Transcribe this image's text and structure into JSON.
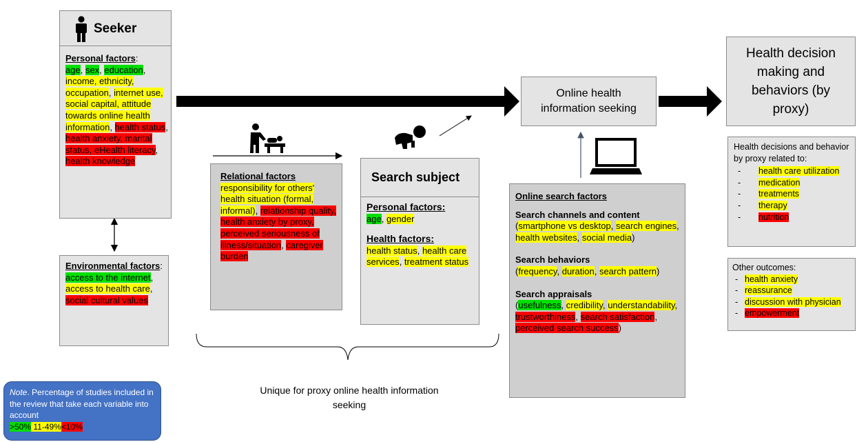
{
  "seeker": {
    "title": "Seeker",
    "personal_header": "Personal factors",
    "factors": [
      {
        "t": "age",
        "c": "g"
      },
      {
        "t": ", "
      },
      {
        "t": "sex",
        "c": "g"
      },
      {
        "t": ", "
      },
      {
        "t": "education",
        "c": "g"
      },
      {
        "t": ", "
      },
      {
        "t": "income, ethnicity, occupation",
        "c": "y"
      },
      {
        "t": ", "
      },
      {
        "t": "internet use, social capital, attitude towards online health information",
        "c": "y"
      },
      {
        "t": ", "
      },
      {
        "t": "health status",
        "c": "r"
      },
      {
        "t": ", "
      },
      {
        "t": "health anxiety, marital status, eHealth literacy",
        "c": "r"
      },
      {
        "t": ", "
      },
      {
        "t": "health knowledge",
        "c": "r"
      }
    ]
  },
  "environmental": {
    "header": "Environmental factors",
    "factors": [
      {
        "t": "access to the internet",
        "c": "g"
      },
      {
        "t": ", "
      },
      {
        "t": "access to health care",
        "c": "y"
      },
      {
        "t": ", "
      },
      {
        "t": "social cultural values",
        "c": "r"
      }
    ]
  },
  "relational": {
    "header": "Relational factors",
    "factors": [
      {
        "t": "responsibility for others' health situation (formal, informal)",
        "c": "y"
      },
      {
        "t": ", "
      },
      {
        "t": "relationship quality, health anxiety by proxy, perceived seriousness of illness/situation",
        "c": "r"
      },
      {
        "t": ", "
      },
      {
        "t": "caregiver burden",
        "c": "r"
      }
    ]
  },
  "search_subject": {
    "title": "Search subject",
    "personal_header": "Personal factors:",
    "personal": [
      {
        "t": "age",
        "c": "g"
      },
      {
        "t": ", "
      },
      {
        "t": "gender",
        "c": "y"
      }
    ],
    "health_header": "Health factors:",
    "health": [
      {
        "t": "health status",
        "c": "y"
      },
      {
        "t": ", "
      },
      {
        "t": "health care services",
        "c": "y"
      },
      {
        "t": ", "
      },
      {
        "t": "treatment status",
        "c": "y"
      }
    ]
  },
  "ohis": {
    "label": "Online health information seeking"
  },
  "online_search": {
    "header": "Online search factors",
    "channels_header": "Search channels and content",
    "channels": [
      {
        "t": "("
      },
      {
        "t": "smartphone vs desktop",
        "c": "y"
      },
      {
        "t": ", "
      },
      {
        "t": "search engines",
        "c": "y"
      },
      {
        "t": ", "
      },
      {
        "t": "health websites",
        "c": "y"
      },
      {
        "t": ", "
      },
      {
        "t": "social media",
        "c": "y"
      },
      {
        "t": ")"
      }
    ],
    "behaviors_header": "Search behaviors",
    "behaviors": [
      {
        "t": "("
      },
      {
        "t": "frequency",
        "c": "y"
      },
      {
        "t": ", "
      },
      {
        "t": "duration",
        "c": "y"
      },
      {
        "t": ", "
      },
      {
        "t": "search pattern",
        "c": "y"
      },
      {
        "t": ")"
      }
    ],
    "appraisals_header": "Search appraisals",
    "appraisals": [
      {
        "t": "("
      },
      {
        "t": "usefulness",
        "c": "g"
      },
      {
        "t": ", "
      },
      {
        "t": "credibility",
        "c": "y"
      },
      {
        "t": ", "
      },
      {
        "t": "understandability",
        "c": "y"
      },
      {
        "t": ", "
      },
      {
        "t": "trustworthiness",
        "c": "r"
      },
      {
        "t": ", "
      },
      {
        "t": "search satisfaction",
        "c": "r"
      },
      {
        "t": ", "
      },
      {
        "t": "perceived search success",
        "c": "r"
      },
      {
        "t": ")"
      }
    ]
  },
  "decision": {
    "label": "Health decision making and behaviors (by proxy)"
  },
  "decisions_related": {
    "header": "Health decisions and behavior by proxy related to:",
    "items": [
      {
        "t": "health care utilization",
        "c": "y"
      },
      {
        "t": "medication",
        "c": "y"
      },
      {
        "t": "treatments",
        "c": "y"
      },
      {
        "t": "therapy",
        "c": "y"
      },
      {
        "t": "nutrition",
        "c": "r"
      }
    ]
  },
  "other_outcomes": {
    "header": "Other outcomes:",
    "items": [
      {
        "t": "health anxiety",
        "c": "y"
      },
      {
        "t": "reassurance",
        "c": "y"
      },
      {
        "t": "discussion with physician",
        "c": "y"
      },
      {
        "t": "empowerment",
        "c": "r"
      }
    ]
  },
  "brace_label": "Unique for proxy online health information seeking",
  "note": {
    "prefix": "Note",
    "text": ". Percentage of studies included in the review that take each variable into account",
    "legend": [
      {
        "t": ">50%",
        "c": "g"
      },
      {
        "t": " 11-49%",
        "c": "y"
      },
      {
        "t": "<10%",
        "c": "r"
      }
    ]
  },
  "colors": {
    "green": "#00e000",
    "yellow": "#ffff00",
    "red": "#ff0000",
    "note_bg": "#4472c4",
    "box_bg": "#e4e4e4"
  }
}
